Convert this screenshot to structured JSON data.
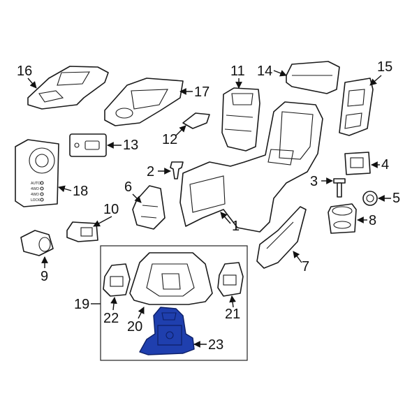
{
  "highlight_color": "#1f3fae",
  "callouts": {
    "c1": "1",
    "c2": "2",
    "c3": "3",
    "c4": "4",
    "c5": "5",
    "c6": "6",
    "c7": "7",
    "c8": "8",
    "c9": "9",
    "c10": "10",
    "c11": "11",
    "c12": "12",
    "c13": "13",
    "c14": "14",
    "c15": "15",
    "c16": "16",
    "c17": "17",
    "c18": "18",
    "c19": "19",
    "c20": "20",
    "c21": "21",
    "c22": "22",
    "c23": "23"
  },
  "panel_labels": [
    "AUTO",
    "4WD",
    "4WD",
    "LOCK"
  ]
}
